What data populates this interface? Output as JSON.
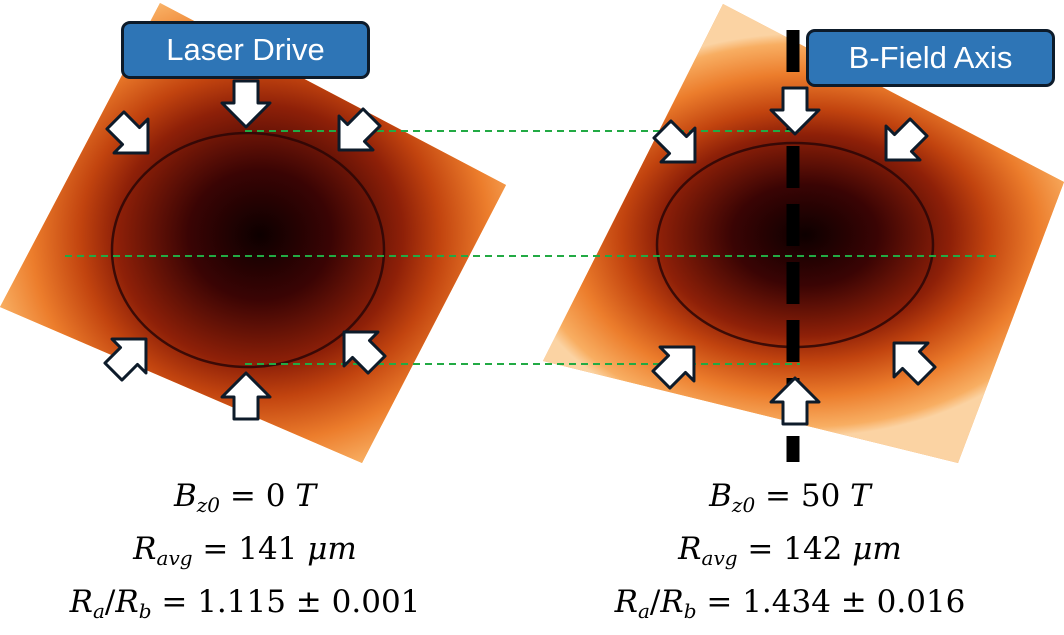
{
  "callouts": {
    "left": "Laser Drive",
    "right": "B-Field Axis"
  },
  "panels": [
    {
      "id": "left",
      "field": {
        "symbol": "B",
        "sub": "z0",
        "value": "0",
        "unit": "T"
      },
      "radius": {
        "symbol": "R",
        "sub": "avg",
        "value": "141",
        "unit": "μm"
      },
      "ratio": {
        "a": "a",
        "b": "b",
        "value": "1.115",
        "pm": "±",
        "err": "0.001"
      }
    },
    {
      "id": "right",
      "field": {
        "symbol": "B",
        "sub": "z0",
        "value": "50",
        "unit": "T"
      },
      "radius": {
        "symbol": "R",
        "sub": "avg",
        "value": "142",
        "unit": "μm"
      },
      "ratio": {
        "a": "a",
        "b": "b",
        "value": "1.434",
        "pm": "±",
        "err": "0.016"
      }
    }
  ],
  "colors": {
    "background_orange": "#f6a048",
    "core_dark": "#1a0000",
    "mid_red": "#b83a10",
    "guide_line": "#22aa44",
    "arrow_fill": "#ffffff",
    "arrow_stroke": "#0d1b2a",
    "callout_fill": "#2e75b6"
  },
  "icons": [
    "arrow-icon",
    "b-field-axis-line"
  ]
}
